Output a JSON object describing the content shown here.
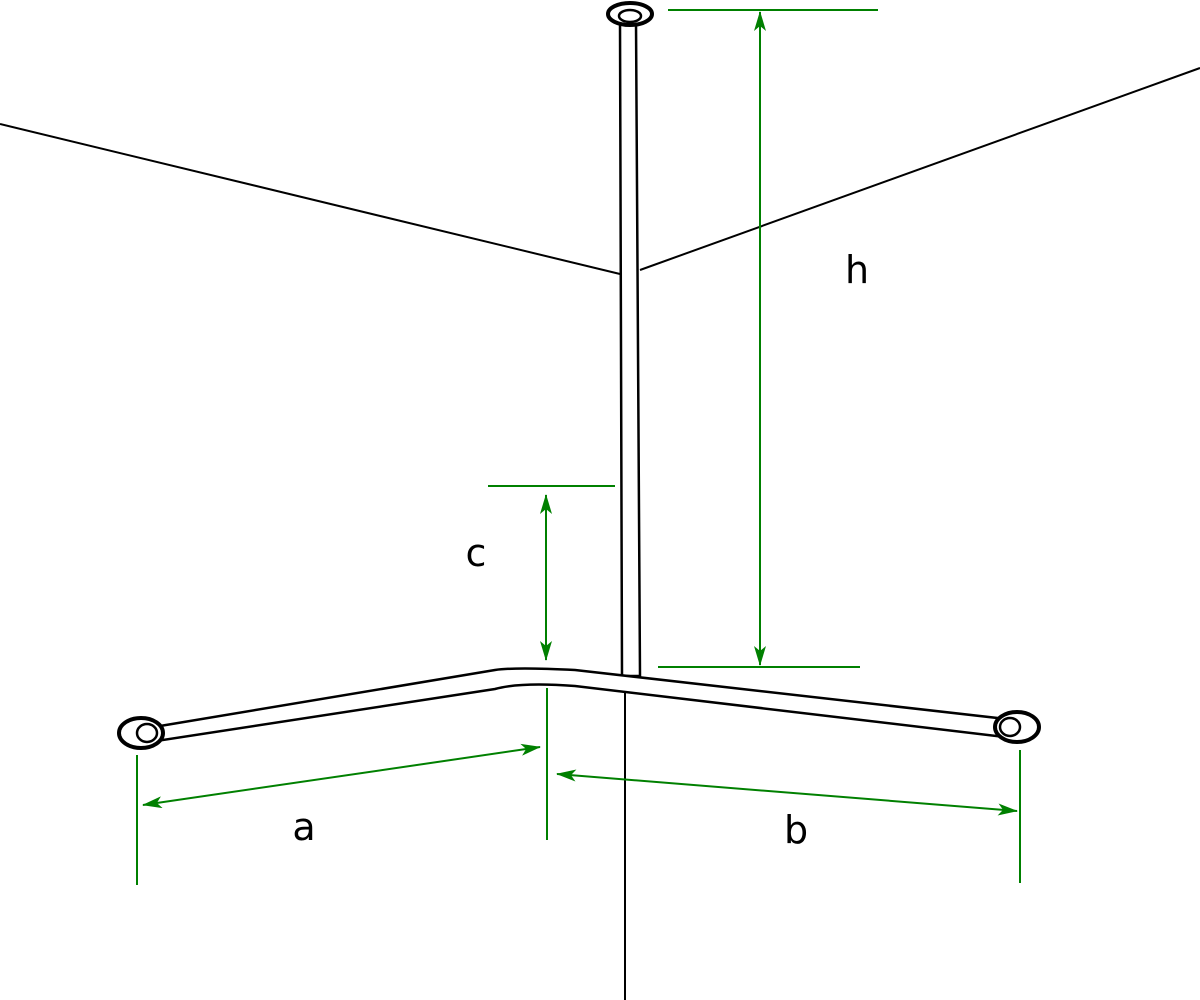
{
  "diagram": {
    "labels": {
      "a": "a",
      "b": "b",
      "c": "c",
      "h": "h"
    },
    "colors": {
      "line": "#000000",
      "dimension": "#008000",
      "background": "#ffffff"
    }
  }
}
